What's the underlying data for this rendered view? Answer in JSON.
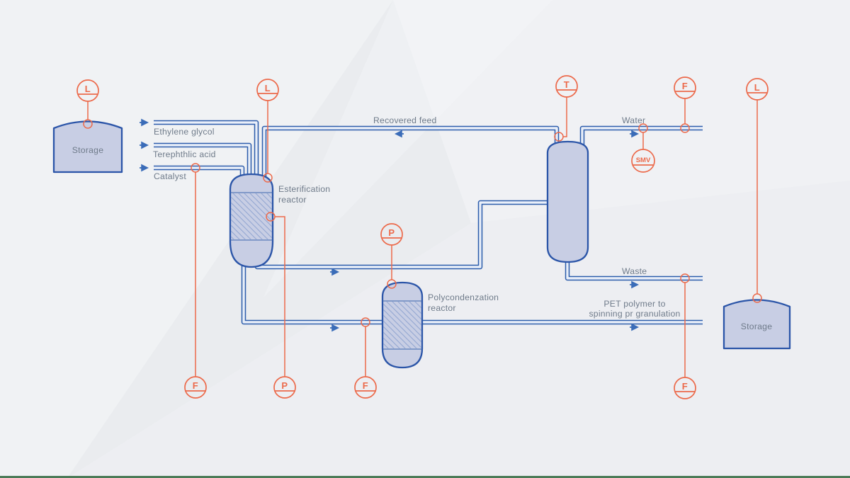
{
  "colors": {
    "background": "#eaecef",
    "pipe_outline": "#2d5dab",
    "pipe_fill": "#e9eff9",
    "vessel_fill": "#c8cee4",
    "vessel_outline": "#2b55a8",
    "hatch_line": "#93a7d2",
    "instrument_accent": "#ec6a4b",
    "label_text": "#6f7b8a",
    "flow_arrow": "#3a6cb8",
    "footer_strip": "#4b7b57"
  },
  "icons": {
    "flow_arrow": "▶",
    "instrument_bubble": "circle-with-chord"
  },
  "feed_labels": {
    "ethylene_glycol": "Ethylene glycol",
    "terephthlic_acid": "Terephthlic acid",
    "catalyst": "Catalyst"
  },
  "stream_labels": {
    "recovered_feed": "Recovered feed",
    "water": "Water",
    "waste": "Waste",
    "pet_line1": "PET polymer to",
    "pet_line2": "spinning pr granulation"
  },
  "equipment": {
    "storage_left": "Storage",
    "storage_right": "Storage",
    "esterification_line1": "Esterification",
    "esterification_line2": "reactor",
    "polycondensation_line1": "Polycondenzation",
    "polycondensation_line2": "reactor"
  },
  "instruments": {
    "storage_left_level": "L",
    "reactor_level": "L",
    "reactor_pressure": "P",
    "poly_pressure": "P",
    "column_temperature": "T",
    "water_flow": "F",
    "water_valve": "SMV",
    "storage_right_level": "L",
    "catalyst_flow": "F",
    "transfer_flow": "F",
    "waste_flow": "F"
  }
}
